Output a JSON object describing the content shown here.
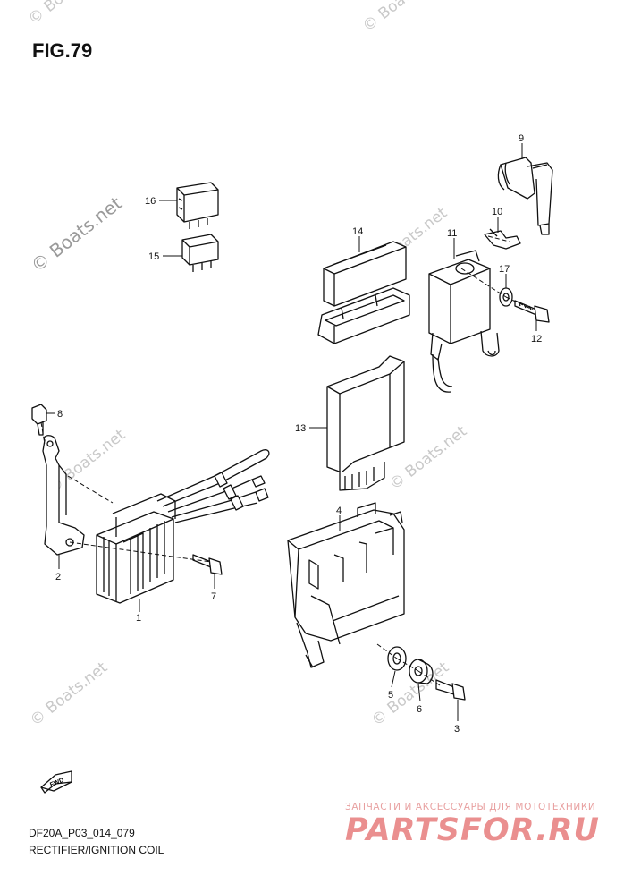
{
  "figure": {
    "title": "FIG.79",
    "code": "DF20A_P03_014_079",
    "caption": "RECTIFIER/IGNITION COIL"
  },
  "watermark": {
    "text": "© Boats.net"
  },
  "ad": {
    "text": "ЗАПЧАСТИ И АКСЕССУАРЫ ДЛЯ МОТОТЕХНИКИ",
    "logo": "PARTSFOR.RU"
  },
  "callouts": [
    "1",
    "2",
    "3",
    "4",
    "5",
    "6",
    "7",
    "8",
    "9",
    "10",
    "11",
    "12",
    "13",
    "14",
    "15",
    "16",
    "17"
  ],
  "fwd_label": "FWD",
  "colors": {
    "line": "#111111",
    "watermark": "#c9c9c9",
    "ad": "#ea8f8f"
  }
}
